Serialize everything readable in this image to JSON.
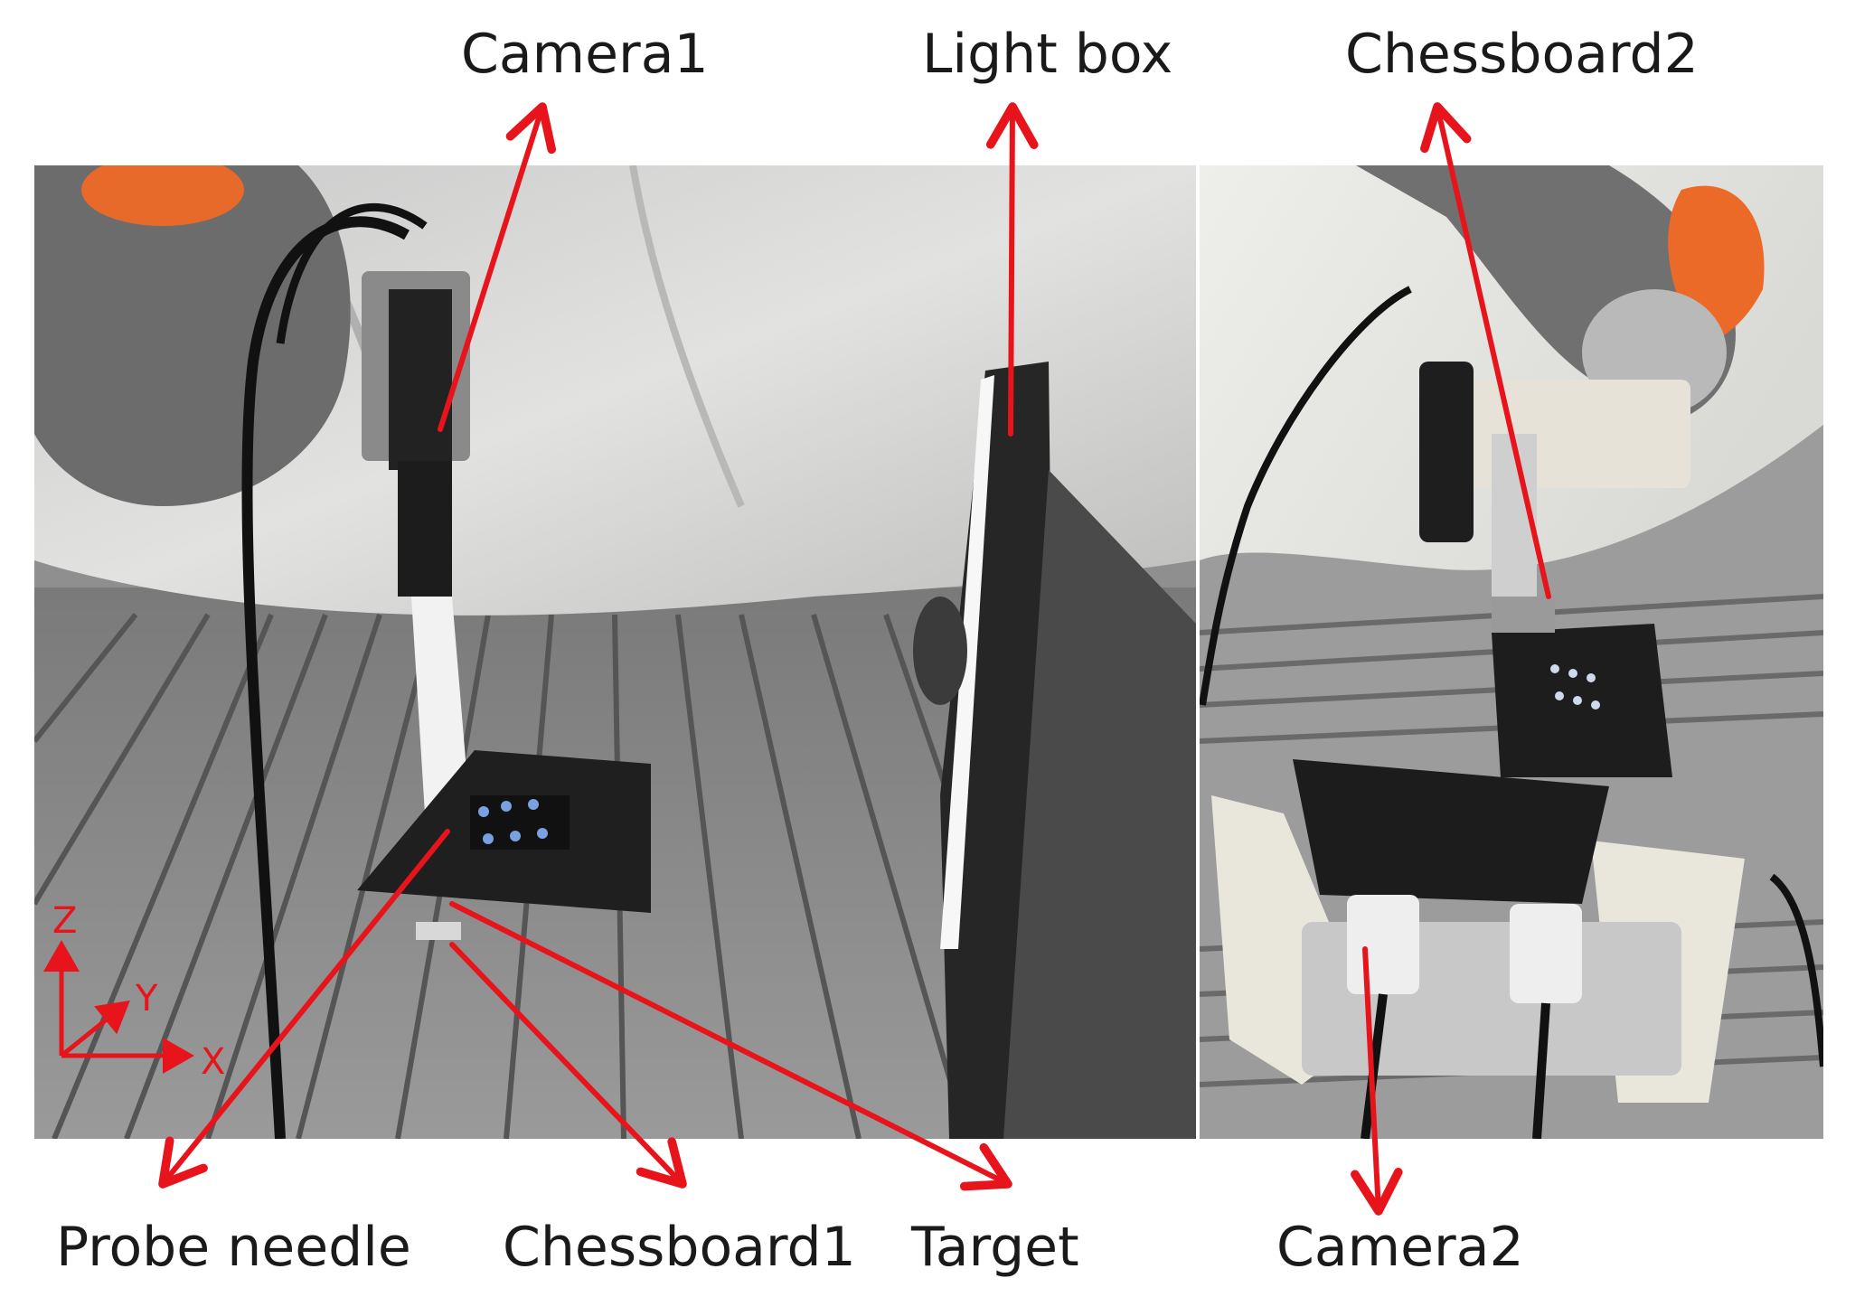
{
  "figure": {
    "labels": {
      "camera1": "Camera1",
      "light_box": "Light box",
      "chessboard2": "Chessboard2",
      "probe_needle": "Probe needle",
      "chessboard1": "Chessboard1",
      "target": "Target",
      "camera2": "Camera2"
    },
    "axes": {
      "x": "X",
      "y": "Y",
      "z": "Z"
    }
  }
}
